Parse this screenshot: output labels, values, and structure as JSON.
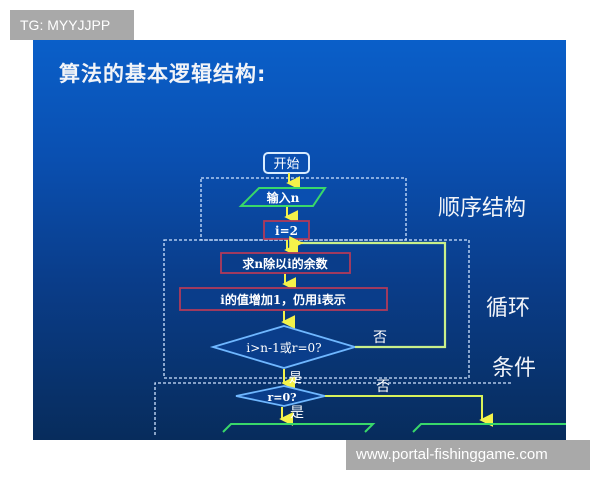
{
  "watermarks": {
    "top": "TG: MYYJJPP",
    "bottom": "www.portal-fishinggame.com"
  },
  "slide": {
    "title": "算法的基本逻辑结构:",
    "colors": {
      "background_top": "#0a5fc9",
      "background_bottom": "#072c5c",
      "arrow": "#f4f24a",
      "io_shape": "#39d86a",
      "process_border": "#b03a5a",
      "decision_border": "#6fb7ff",
      "loop_line": "#c9f08a",
      "dashed_frame": "#d0e4ff"
    }
  },
  "section_labels": {
    "sequence": "顺序结构",
    "loop": "循环",
    "condition": "条件"
  },
  "flowchart": {
    "start": "开始",
    "input": "输入n",
    "init": "i=2",
    "remainder": "求n除以i的余数",
    "increment": "i的值增加1，仍用i表示",
    "loop_decision": "i>n-1或r=0?",
    "loop_no": "否",
    "loop_yes": "是",
    "cond_decision": "r=0?",
    "cond_no": "否",
    "cond_yes": "是"
  }
}
